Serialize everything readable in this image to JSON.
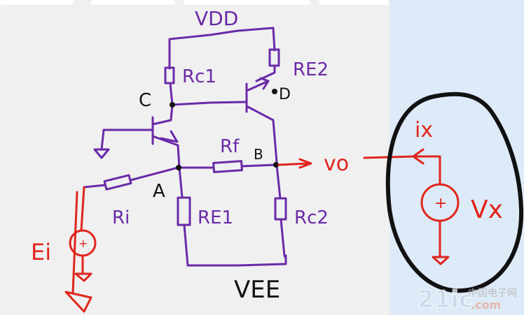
{
  "colors": {
    "purple": "#6a2aa8",
    "red": "#e0251c",
    "black": "#111111",
    "canvas_bg": "#f0f0f0",
    "side_bg": "#ddeaf7",
    "topbar_bg": "#ffffff"
  },
  "labels": {
    "vdd": "VDD",
    "vee": "VEE",
    "rc1": "Rc1",
    "re2": "RE2",
    "rf": "Rf",
    "ri": "Ri",
    "re1": "RE1",
    "rc2": "Rc2",
    "node_c": "C",
    "node_d": "D",
    "node_a": "A",
    "node_b": "B",
    "ei": "Ei",
    "vo": "vo",
    "ix": "ix",
    "vx": "Vx",
    "plus": "+"
  },
  "watermark": {
    "brand": "21ic",
    "site": "中国电子网",
    "domain": ".com"
  }
}
